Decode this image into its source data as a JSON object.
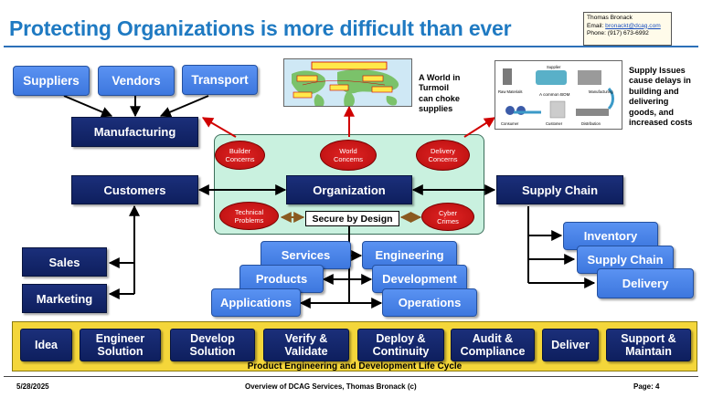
{
  "title": "Protecting Organizations is more difficult than ever",
  "contact": {
    "name": "Thomas Bronack",
    "email_label": "Email:",
    "email": "bronackt@dcag.com",
    "phone_label": "Phone:",
    "phone": "(917) 673-6992"
  },
  "suppliers": "Suppliers",
  "vendors": "Vendors",
  "transport": "Transport",
  "manufacturing": "Manufacturing",
  "customers": "Customers",
  "organization": "Organization",
  "supply_chain_top": "Supply Chain",
  "sales": "Sales",
  "marketing": "Marketing",
  "concerns": {
    "builder": [
      "Builder",
      "Concerns"
    ],
    "world": [
      "World",
      "Concerns"
    ],
    "delivery": [
      "Delivery",
      "Concerns"
    ],
    "technical": [
      "Technical",
      "Problems"
    ],
    "cyber": [
      "Cyber",
      "Crimes"
    ]
  },
  "secure_by_design": "Secure by Design",
  "world_note": [
    "A World in",
    "Turmoil",
    "can choke",
    "supplies"
  ],
  "supply_note": [
    "Supply Issues",
    "cause delays in",
    "building and",
    "delivering",
    "goods, and",
    "increased costs"
  ],
  "supply_image": {
    "raw_materials": "Raw Materials",
    "supplier": "Supplier",
    "common_bom": "A common BOM",
    "manufacturing": "Manufacturing",
    "consumer": "Consumer",
    "customer": "Customer",
    "distribution": "Distribution"
  },
  "services": "Services",
  "products": "Products",
  "applications": "Applications",
  "engineering": "Engineering",
  "development": "Development",
  "operations": "Operations",
  "inventory": "Inventory",
  "supply_chain_right": "Supply Chain",
  "delivery": "Delivery",
  "lifecycle": {
    "stages": [
      [
        "Idea"
      ],
      [
        "Engineer",
        "Solution"
      ],
      [
        "Develop",
        "Solution"
      ],
      [
        "Verify &",
        "Validate"
      ],
      [
        "Deploy &",
        "Continuity"
      ],
      [
        "Audit &",
        "Compliance"
      ],
      [
        "Deliver"
      ],
      [
        "Support &",
        "Maintain"
      ]
    ],
    "caption": "Product Engineering and Development Life Cycle"
  },
  "footer": {
    "date": "5/28/2025",
    "center": "Overview of DCAG Services, Thomas Bronack (c)",
    "page": "Page:  4"
  }
}
